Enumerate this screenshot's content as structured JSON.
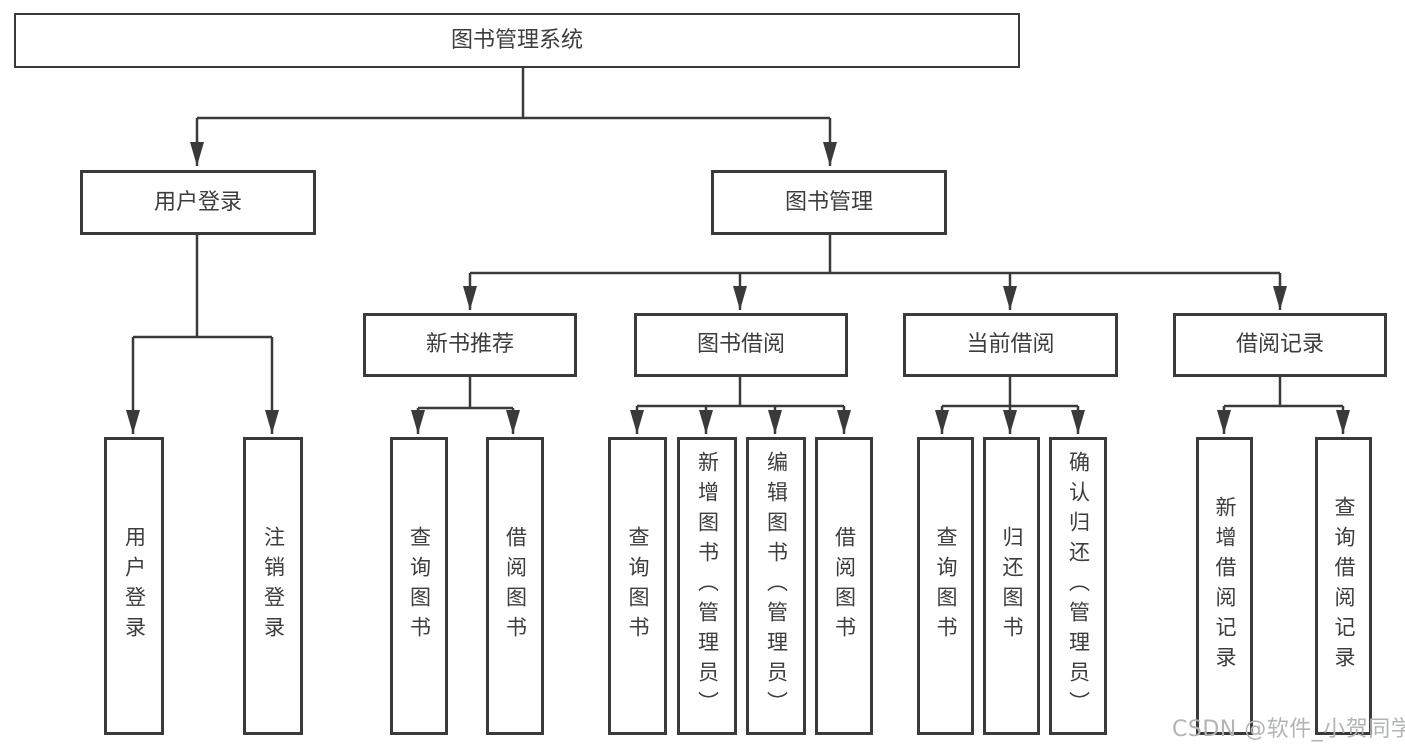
{
  "colors": {
    "line": "#3a3a3a",
    "text": "#3d3d3d",
    "background": "#ffffff",
    "box_fill": "#ffffff",
    "watermark": "#b2b4b6"
  },
  "watermark": "CSDN @软件_小贺同学",
  "tree": {
    "label": "图书管理系统",
    "children": [
      {
        "label": "用户登录",
        "children": [
          {
            "label": "用户登录"
          },
          {
            "label": "注销登录"
          }
        ]
      },
      {
        "label": "图书管理",
        "children": [
          {
            "label": "新书推荐",
            "children": [
              {
                "label": "查询图书"
              },
              {
                "label": "借阅图书"
              }
            ]
          },
          {
            "label": "图书借阅",
            "children": [
              {
                "label": "查询图书"
              },
              {
                "label": "新增图书（管理员）"
              },
              {
                "label": "编辑图书（管理员）"
              },
              {
                "label": "借阅图书"
              }
            ]
          },
          {
            "label": "当前借阅",
            "children": [
              {
                "label": "查询图书"
              },
              {
                "label": "归还图书"
              },
              {
                "label": "确认归还（管理员）"
              }
            ]
          },
          {
            "label": "借阅记录",
            "children": [
              {
                "label": "新增借阅记录"
              },
              {
                "label": "查询借阅记录"
              }
            ]
          }
        ]
      }
    ]
  }
}
